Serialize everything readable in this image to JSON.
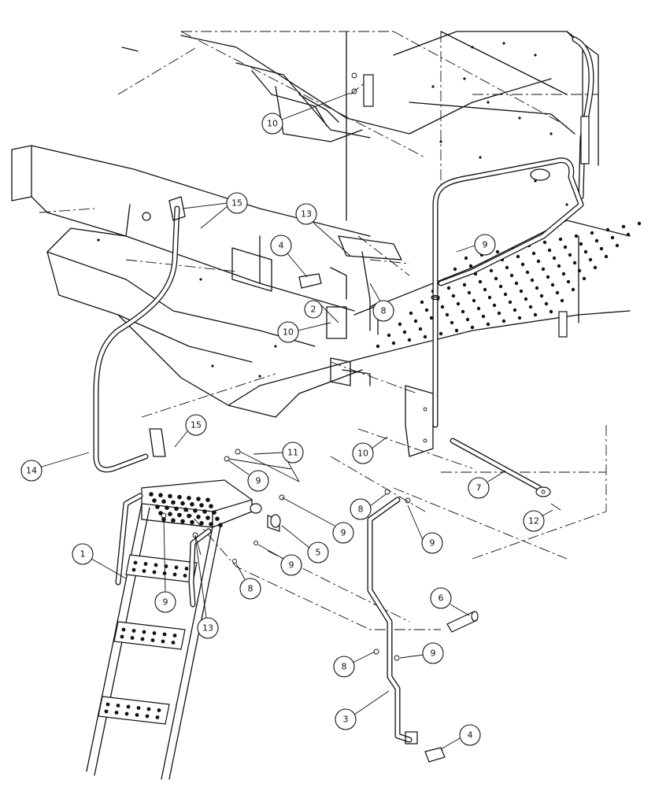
{
  "diagram": {
    "callouts": [
      {
        "id": "c10a",
        "label": "10"
      },
      {
        "id": "c15a",
        "label": "15"
      },
      {
        "id": "c13a",
        "label": "13"
      },
      {
        "id": "c4a",
        "label": "4"
      },
      {
        "id": "c9a",
        "label": "9"
      },
      {
        "id": "c2",
        "label": "2"
      },
      {
        "id": "c8a",
        "label": "8"
      },
      {
        "id": "c10b",
        "label": "10"
      },
      {
        "id": "c15b",
        "label": "15"
      },
      {
        "id": "c14",
        "label": "14"
      },
      {
        "id": "c11",
        "label": "11"
      },
      {
        "id": "c9b",
        "label": "9"
      },
      {
        "id": "c10c",
        "label": "10"
      },
      {
        "id": "c7",
        "label": "7"
      },
      {
        "id": "c9c",
        "label": "9"
      },
      {
        "id": "c8b",
        "label": "8"
      },
      {
        "id": "c12",
        "label": "12"
      },
      {
        "id": "c5",
        "label": "5"
      },
      {
        "id": "c9d",
        "label": "9"
      },
      {
        "id": "c1",
        "label": "1"
      },
      {
        "id": "c9e",
        "label": "9"
      },
      {
        "id": "c8c",
        "label": "8"
      },
      {
        "id": "c9f",
        "label": "9"
      },
      {
        "id": "c13b",
        "label": "13"
      },
      {
        "id": "c6",
        "label": "6"
      },
      {
        "id": "c8d",
        "label": "8"
      },
      {
        "id": "c9g",
        "label": "9"
      },
      {
        "id": "c3",
        "label": "3"
      },
      {
        "id": "c4b",
        "label": "4"
      }
    ]
  }
}
